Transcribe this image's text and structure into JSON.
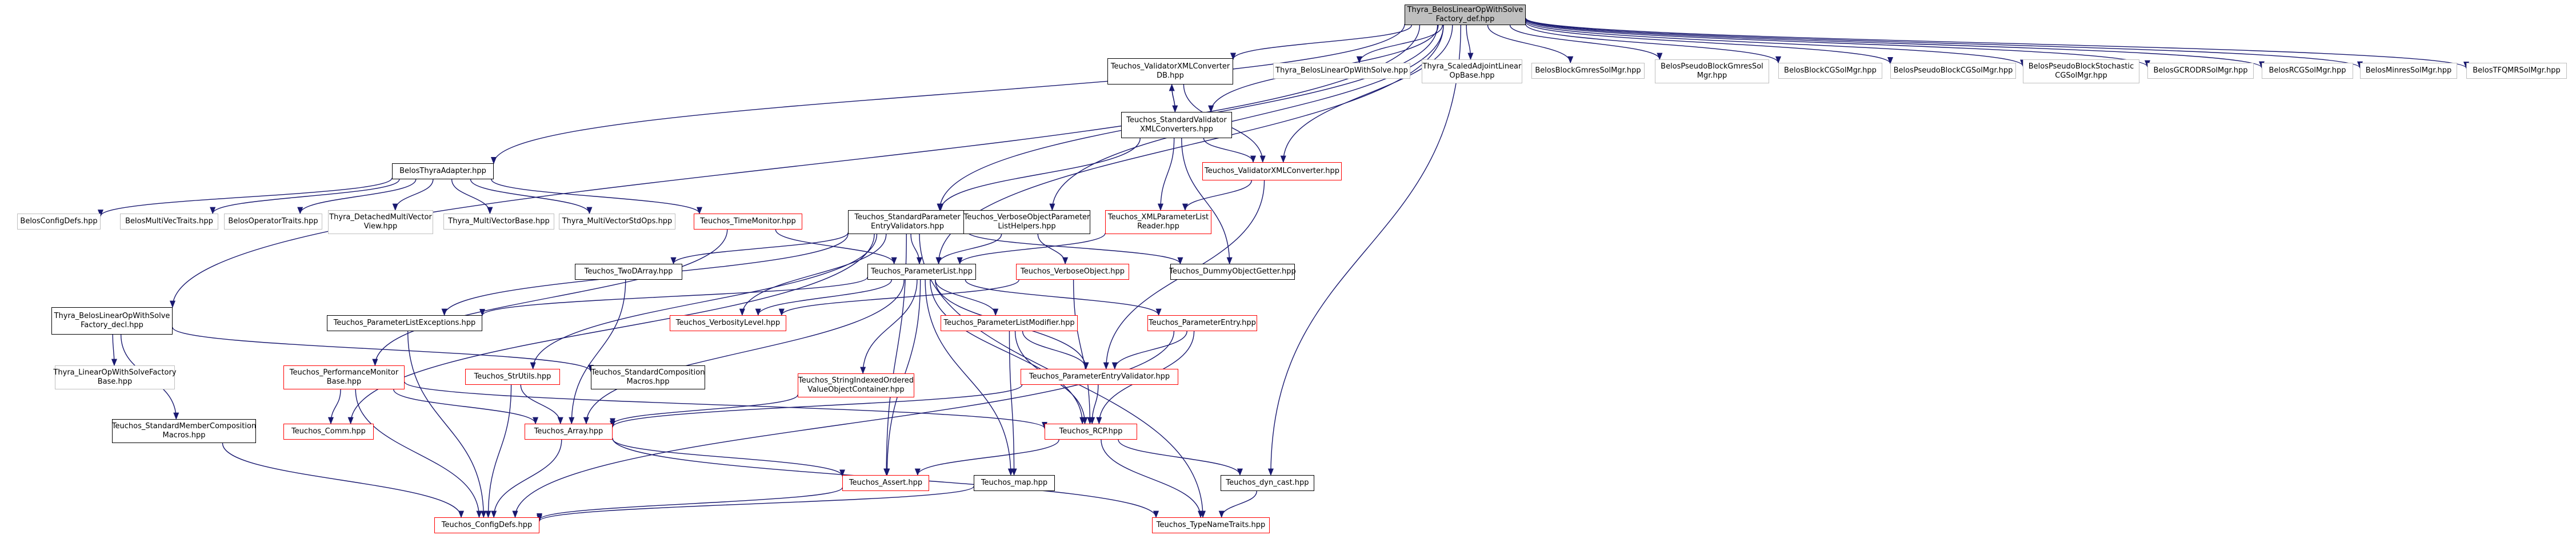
{
  "nodes": [
    {
      "id": "root",
      "label": "Thyra_BelosLinearOpWithSolve\nFactory_def.hpp",
      "style": "root"
    },
    {
      "id": "validator_xml_db",
      "label": "Teuchos_ValidatorXMLConverter\nDB.hpp",
      "style": "black"
    },
    {
      "id": "belos_lows",
      "label": "Thyra_BelosLinearOpWithSolve.hpp",
      "style": "gray"
    },
    {
      "id": "scaled_adjoint",
      "label": "Thyra_ScaledAdjointLinear\nOpBase.hpp",
      "style": "gray"
    },
    {
      "id": "block_gmres",
      "label": "BelosBlockGmresSolMgr.hpp",
      "style": "gray"
    },
    {
      "id": "pseudo_gmres",
      "label": "BelosPseudoBlockGmresSol\nMgr.hpp",
      "style": "gray"
    },
    {
      "id": "block_cg",
      "label": "BelosBlockCGSolMgr.hpp",
      "style": "gray"
    },
    {
      "id": "pseudo_cg",
      "label": "BelosPseudoBlockCGSolMgr.hpp",
      "style": "gray"
    },
    {
      "id": "pseudo_stoch",
      "label": "BelosPseudoBlockStochastic\nCGSolMgr.hpp",
      "style": "gray"
    },
    {
      "id": "gcrodr",
      "label": "BelosGCRODRSolMgr.hpp",
      "style": "gray"
    },
    {
      "id": "rcg",
      "label": "BelosRCGSolMgr.hpp",
      "style": "gray"
    },
    {
      "id": "minres",
      "label": "BelosMinresSolMgr.hpp",
      "style": "gray"
    },
    {
      "id": "tfqmr",
      "label": "BelosTFQMRSolMgr.hpp",
      "style": "gray"
    },
    {
      "id": "std_validator_xml",
      "label": "Teuchos_StandardValidator\nXMLConverters.hpp",
      "style": "black"
    },
    {
      "id": "belos_thyra",
      "label": "BelosThyraAdapter.hpp",
      "style": "black"
    },
    {
      "id": "validator_xml",
      "label": "Teuchos_ValidatorXMLConverter.hpp",
      "style": "red"
    },
    {
      "id": "belos_configdefs",
      "label": "BelosConfigDefs.hpp",
      "style": "gray"
    },
    {
      "id": "belos_mvtraits",
      "label": "BelosMultiVecTraits.hpp",
      "style": "gray"
    },
    {
      "id": "belos_optraits",
      "label": "BelosOperatorTraits.hpp",
      "style": "gray"
    },
    {
      "id": "detached_mv",
      "label": "Thyra_DetachedMultiVector\nView.hpp",
      "style": "gray"
    },
    {
      "id": "mv_base",
      "label": "Thyra_MultiVectorBase.hpp",
      "style": "gray"
    },
    {
      "id": "mv_stdops",
      "label": "Thyra_MultiVectorStdOps.hpp",
      "style": "gray"
    },
    {
      "id": "time_monitor",
      "label": "Teuchos_TimeMonitor.hpp",
      "style": "red"
    },
    {
      "id": "std_param_validators",
      "label": "Teuchos_StandardParameter\nEntryValidators.hpp",
      "style": "black"
    },
    {
      "id": "verbose_obj_helpers",
      "label": "Teuchos_VerboseObjectParameter\nListHelpers.hpp",
      "style": "black"
    },
    {
      "id": "xml_pl_reader",
      "label": "Teuchos_XMLParameterList\nReader.hpp",
      "style": "red"
    },
    {
      "id": "verbose_obj",
      "label": "Teuchos_VerboseObject.hpp",
      "style": "red"
    },
    {
      "id": "dummy_getter",
      "label": "Teuchos_DummyObjectGetter.hpp",
      "style": "black"
    },
    {
      "id": "two_d_array",
      "label": "Teuchos_TwoDArray.hpp",
      "style": "black"
    },
    {
      "id": "param_list",
      "label": "Teuchos_ParameterList.hpp",
      "style": "black"
    },
    {
      "id": "lows_factory_decl",
      "label": "Thyra_BelosLinearOpWithSolve\nFactory_decl.hpp",
      "style": "black"
    },
    {
      "id": "pl_exceptions",
      "label": "Teuchos_ParameterListExceptions.hpp",
      "style": "black"
    },
    {
      "id": "verbosity_level",
      "label": "Teuchos_VerbosityLevel.hpp",
      "style": "red"
    },
    {
      "id": "pl_modifier",
      "label": "Teuchos_ParameterListModifier.hpp",
      "style": "red"
    },
    {
      "id": "param_entry",
      "label": "Teuchos_ParameterEntry.hpp",
      "style": "red"
    },
    {
      "id": "lows_factory_base",
      "label": "Thyra_LinearOpWithSolveFactory\nBase.hpp",
      "style": "gray"
    },
    {
      "id": "perf_monitor",
      "label": "Teuchos_PerformanceMonitor\nBase.hpp",
      "style": "red"
    },
    {
      "id": "str_utils",
      "label": "Teuchos_StrUtils.hpp",
      "style": "red"
    },
    {
      "id": "std_composition",
      "label": "Teuchos_StandardComposition\nMacros.hpp",
      "style": "black"
    },
    {
      "id": "string_indexed",
      "label": "Teuchos_StringIndexedOrdered\nValueObjectContainer.hpp",
      "style": "red"
    },
    {
      "id": "param_entry_validator",
      "label": "Teuchos_ParameterEntryValidator.hpp",
      "style": "red"
    },
    {
      "id": "std_member_composition",
      "label": "Teuchos_StandardMemberComposition\nMacros.hpp",
      "style": "black"
    },
    {
      "id": "comm",
      "label": "Teuchos_Comm.hpp",
      "style": "red"
    },
    {
      "id": "array",
      "label": "Teuchos_Array.hpp",
      "style": "red"
    },
    {
      "id": "rcp",
      "label": "Teuchos_RCP.hpp",
      "style": "red"
    },
    {
      "id": "assert",
      "label": "Teuchos_Assert.hpp",
      "style": "red"
    },
    {
      "id": "map",
      "label": "Teuchos_map.hpp",
      "style": "black"
    },
    {
      "id": "dyn_cast",
      "label": "Teuchos_dyn_cast.hpp",
      "style": "black"
    },
    {
      "id": "configdefs",
      "label": "Teuchos_ConfigDefs.hpp",
      "style": "red"
    },
    {
      "id": "typename_traits",
      "label": "Teuchos_TypeNameTraits.hpp",
      "style": "red"
    }
  ],
  "edges": [
    [
      "root",
      "validator_xml_db"
    ],
    [
      "root",
      "belos_lows"
    ],
    [
      "root",
      "scaled_adjoint"
    ],
    [
      "root",
      "block_gmres"
    ],
    [
      "root",
      "pseudo_gmres"
    ],
    [
      "root",
      "block_cg"
    ],
    [
      "root",
      "pseudo_cg"
    ],
    [
      "root",
      "pseudo_stoch"
    ],
    [
      "root",
      "gcrodr"
    ],
    [
      "root",
      "rcg"
    ],
    [
      "root",
      "minres"
    ],
    [
      "root",
      "tfqmr"
    ],
    [
      "root",
      "std_validator_xml"
    ],
    [
      "root",
      "belos_thyra"
    ],
    [
      "root",
      "std_param_validators"
    ],
    [
      "root",
      "verbose_obj_helpers"
    ],
    [
      "root",
      "param_list"
    ],
    [
      "root",
      "lows_factory_decl"
    ],
    [
      "root",
      "dyn_cast"
    ],
    [
      "root",
      "validator_xml"
    ],
    [
      "validator_xml_db",
      "std_validator_xml"
    ],
    [
      "validator_xml_db",
      "validator_xml"
    ],
    [
      "std_validator_xml",
      "validator_xml_db"
    ],
    [
      "std_validator_xml",
      "std_param_validators"
    ],
    [
      "std_validator_xml",
      "validator_xml"
    ],
    [
      "std_validator_xml",
      "xml_pl_reader"
    ],
    [
      "std_validator_xml",
      "dummy_getter"
    ],
    [
      "validator_xml",
      "xml_pl_reader"
    ],
    [
      "validator_xml",
      "param_entry_validator"
    ],
    [
      "belos_thyra",
      "belos_configdefs"
    ],
    [
      "belos_thyra",
      "belos_mvtraits"
    ],
    [
      "belos_thyra",
      "belos_optraits"
    ],
    [
      "belos_thyra",
      "detached_mv"
    ],
    [
      "belos_thyra",
      "mv_base"
    ],
    [
      "belos_thyra",
      "mv_stdops"
    ],
    [
      "belos_thyra",
      "time_monitor"
    ],
    [
      "time_monitor",
      "perf_monitor"
    ],
    [
      "time_monitor",
      "param_list"
    ],
    [
      "std_param_validators",
      "two_d_array"
    ],
    [
      "std_param_validators",
      "param_list"
    ],
    [
      "std_param_validators",
      "pl_exceptions"
    ],
    [
      "std_param_validators",
      "verbosity_level"
    ],
    [
      "std_param_validators",
      "str_utils"
    ],
    [
      "std_param_validators",
      "comm"
    ],
    [
      "std_param_validators",
      "assert"
    ],
    [
      "std_param_validators",
      "dummy_getter"
    ],
    [
      "std_param_validators",
      "typename_traits"
    ],
    [
      "verbose_obj_helpers",
      "param_list"
    ],
    [
      "verbose_obj_helpers",
      "verbose_obj"
    ],
    [
      "xml_pl_reader",
      "param_list"
    ],
    [
      "verbose_obj",
      "verbosity_level"
    ],
    [
      "verbose_obj",
      "rcp"
    ],
    [
      "two_d_array",
      "array"
    ],
    [
      "param_list",
      "pl_exceptions"
    ],
    [
      "param_list",
      "verbosity_level"
    ],
    [
      "param_list",
      "pl_modifier"
    ],
    [
      "param_list",
      "param_entry"
    ],
    [
      "param_list",
      "string_indexed"
    ],
    [
      "param_list",
      "param_entry_validator"
    ],
    [
      "param_list",
      "array"
    ],
    [
      "param_list",
      "assert"
    ],
    [
      "param_list",
      "map"
    ],
    [
      "param_list",
      "rcp"
    ],
    [
      "lows_factory_decl",
      "lows_factory_base"
    ],
    [
      "lows_factory_decl",
      "std_member_composition"
    ],
    [
      "lows_factory_decl",
      "std_composition"
    ],
    [
      "pl_exceptions",
      "configdefs"
    ],
    [
      "pl_modifier",
      "param_entry_validator"
    ],
    [
      "pl_modifier",
      "rcp"
    ],
    [
      "pl_modifier",
      "map"
    ],
    [
      "param_entry",
      "param_entry_validator"
    ],
    [
      "param_entry",
      "rcp"
    ],
    [
      "param_entry",
      "configdefs"
    ],
    [
      "perf_monitor",
      "comm"
    ],
    [
      "perf_monitor",
      "array"
    ],
    [
      "perf_monitor",
      "configdefs"
    ],
    [
      "perf_monitor",
      "rcp"
    ],
    [
      "str_utils",
      "array"
    ],
    [
      "str_utils",
      "configdefs"
    ],
    [
      "string_indexed",
      "array"
    ],
    [
      "param_entry_validator",
      "array"
    ],
    [
      "param_entry_validator",
      "rcp"
    ],
    [
      "std_member_composition",
      "configdefs"
    ],
    [
      "array",
      "assert"
    ],
    [
      "array",
      "configdefs"
    ],
    [
      "array",
      "typename_traits"
    ],
    [
      "rcp",
      "assert"
    ],
    [
      "rcp",
      "dyn_cast"
    ],
    [
      "rcp",
      "typename_traits"
    ],
    [
      "map",
      "configdefs"
    ],
    [
      "dyn_cast",
      "typename_traits"
    ],
    [
      "assert",
      "configdefs"
    ]
  ]
}
